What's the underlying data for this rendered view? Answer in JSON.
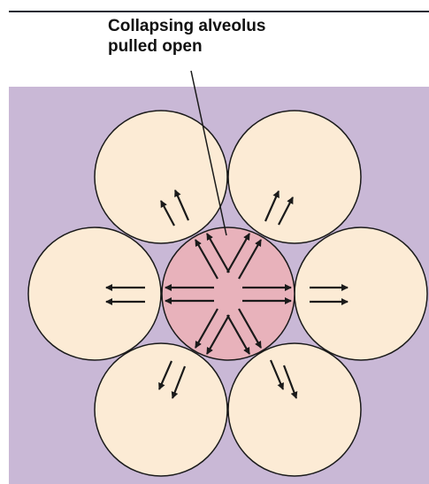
{
  "caption": {
    "line1": "Collapsing alveolus",
    "line2": "pulled open"
  },
  "colors": {
    "background_panel": "#c9b8d6",
    "outer_alveolus_fill": "#fcebd5",
    "collapsing_alveolus_fill": "#e8b2bb",
    "outline": "#1a1a1a"
  },
  "diagram": {
    "outer_alveoli_count": 6,
    "central_alveolus": "collapsing",
    "arrow_direction": "radially outward"
  }
}
